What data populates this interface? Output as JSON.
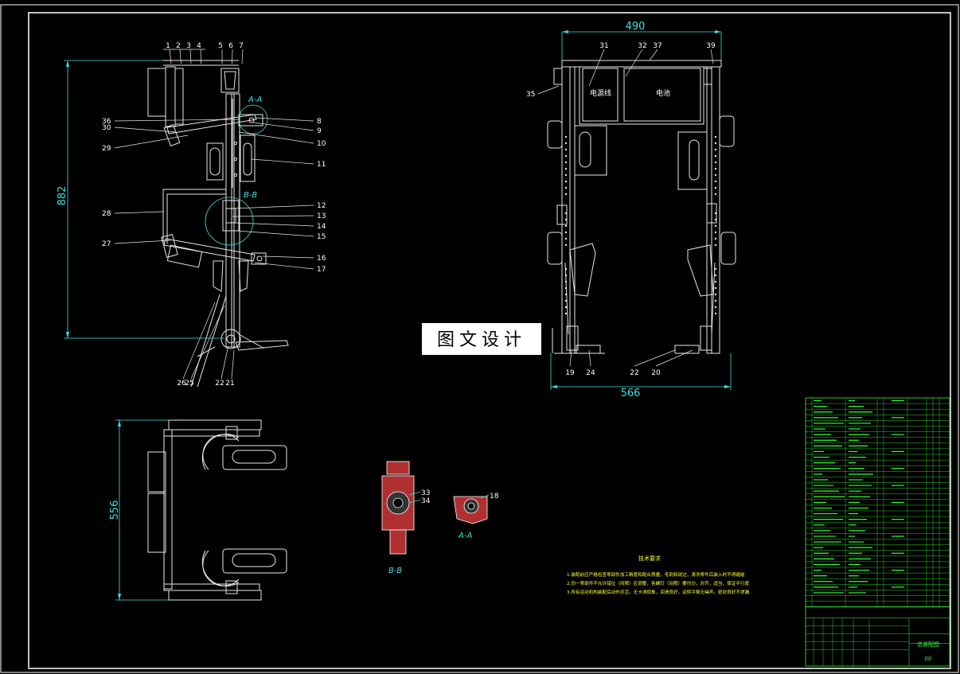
{
  "colors": {
    "background": "#000000",
    "frame": "#ffffff",
    "outline": "#e8e8e8",
    "dimension": "#40e0e0",
    "table": "#33ff33",
    "notes": "#ffff33",
    "hatch": "#ff4040"
  },
  "watermark": "图文设计",
  "side_view": {
    "dimension": "882",
    "section_labels": {
      "aa": "A-A",
      "bb": "B-B"
    },
    "balloons_top": [
      "1",
      "2",
      "3",
      "4",
      "5",
      "6",
      "7"
    ],
    "balloons_right": [
      "8",
      "9",
      "10",
      "11",
      "12",
      "13",
      "14",
      "15",
      "16",
      "17"
    ],
    "balloons_left": [
      "36",
      "30",
      "29",
      "28",
      "27"
    ],
    "balloons_bottom": [
      "26",
      "25",
      "22",
      "21"
    ]
  },
  "front_view": {
    "dimension_top": "490",
    "dimension_bottom": "566",
    "balloons_top": [
      "31",
      "32",
      "37",
      "39"
    ],
    "balloon_left": "35",
    "balloons_bottom": [
      "19",
      "24",
      "22",
      "20"
    ],
    "box_labels": {
      "controller": "电源线",
      "battery": "电池"
    }
  },
  "top_view": {
    "dimension": "556"
  },
  "section_bb": {
    "label": "B-B",
    "balloons": [
      "33",
      "34"
    ]
  },
  "section_aa": {
    "label": "A-A",
    "balloon": "18"
  },
  "notes": {
    "title": "技术要求",
    "lines": [
      "1.装配前应严格检查零部件加工精度和配合质量，毛刺和锐边，清洗零件后装入时不得磕碰",
      "2.同一零部件不允许错位（间隙）应调整，各螺钉（间隙）要均匀，对齐，适当，保证平行度",
      "3.所有运动机构装配后动作灵活，无卡滞现象，润滑良好，运转平稳无噪声，密封良好不渗漏"
    ]
  },
  "title_block": {
    "drawing_name": "总装配图",
    "drawing_code": "00"
  }
}
